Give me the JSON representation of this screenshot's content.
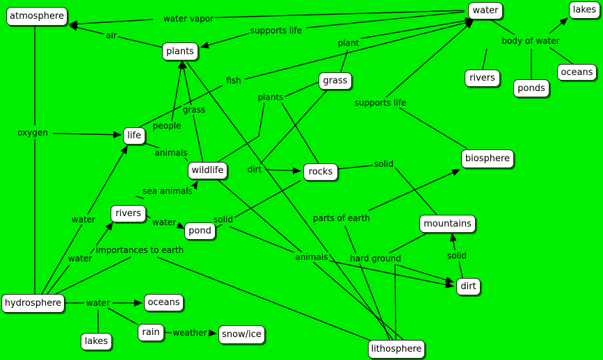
{
  "diagram": {
    "background": "#00ee00",
    "nodes": [
      {
        "id": "atmosphere",
        "text": "atmosphere"
      },
      {
        "id": "water_top",
        "text": "water"
      },
      {
        "id": "lakes_top",
        "text": "lakes"
      },
      {
        "id": "plants",
        "text": "plants"
      },
      {
        "id": "grass",
        "text": "grass"
      },
      {
        "id": "rivers_top",
        "text": "rivers"
      },
      {
        "id": "ponds",
        "text": "ponds"
      },
      {
        "id": "oceans_top",
        "text": "oceans"
      },
      {
        "id": "life",
        "text": "life"
      },
      {
        "id": "biosphere",
        "text": "biosphere"
      },
      {
        "id": "wildlife",
        "text": "wildlife"
      },
      {
        "id": "rocks",
        "text": "rocks"
      },
      {
        "id": "rivers_mid",
        "text": "rivers"
      },
      {
        "id": "pond",
        "text": "pond"
      },
      {
        "id": "mountains",
        "text": "mountains"
      },
      {
        "id": "dirt_node",
        "text": "dirt"
      },
      {
        "id": "hydrosphere",
        "text": "hydrosphere"
      },
      {
        "id": "oceans_bottom",
        "text": "oceans"
      },
      {
        "id": "rain",
        "text": "rain"
      },
      {
        "id": "snow_ice",
        "text": "snow/ice"
      },
      {
        "id": "lakes_bottom",
        "text": "lakes"
      },
      {
        "id": "lithosphere",
        "text": "lithosphere"
      }
    ],
    "link_labels": [
      {
        "id": "water_vapor",
        "text": "water vapor"
      },
      {
        "id": "air",
        "text": "air"
      },
      {
        "id": "supports_life_top",
        "text": "supports life"
      },
      {
        "id": "plant",
        "text": "plant"
      },
      {
        "id": "body_of_water",
        "text": "body of water"
      },
      {
        "id": "fish",
        "text": "fish"
      },
      {
        "id": "plants_lbl",
        "text": "plants"
      },
      {
        "id": "supports_life_mid",
        "text": "supports life"
      },
      {
        "id": "grass_lbl",
        "text": "grass"
      },
      {
        "id": "oxygen",
        "text": "oxygen"
      },
      {
        "id": "people",
        "text": "people"
      },
      {
        "id": "animals_top",
        "text": "animals"
      },
      {
        "id": "dirt_lbl",
        "text": "dirt"
      },
      {
        "id": "solid_rocks",
        "text": "solid"
      },
      {
        "id": "sea_animals",
        "text": "sea animals"
      },
      {
        "id": "parts_of_earth",
        "text": "parts of earth"
      },
      {
        "id": "water_rivers_pond",
        "text": "water"
      },
      {
        "id": "solid_pond",
        "text": "solid"
      },
      {
        "id": "water_life",
        "text": "water"
      },
      {
        "id": "water_rivers",
        "text": "water"
      },
      {
        "id": "importances",
        "text": "importances to earth"
      },
      {
        "id": "animals_bottom",
        "text": "animals"
      },
      {
        "id": "hard_ground",
        "text": "hard ground"
      },
      {
        "id": "solid_dirt",
        "text": "solid"
      },
      {
        "id": "water_oceans",
        "text": "water"
      },
      {
        "id": "weather",
        "text": "weather"
      }
    ]
  }
}
